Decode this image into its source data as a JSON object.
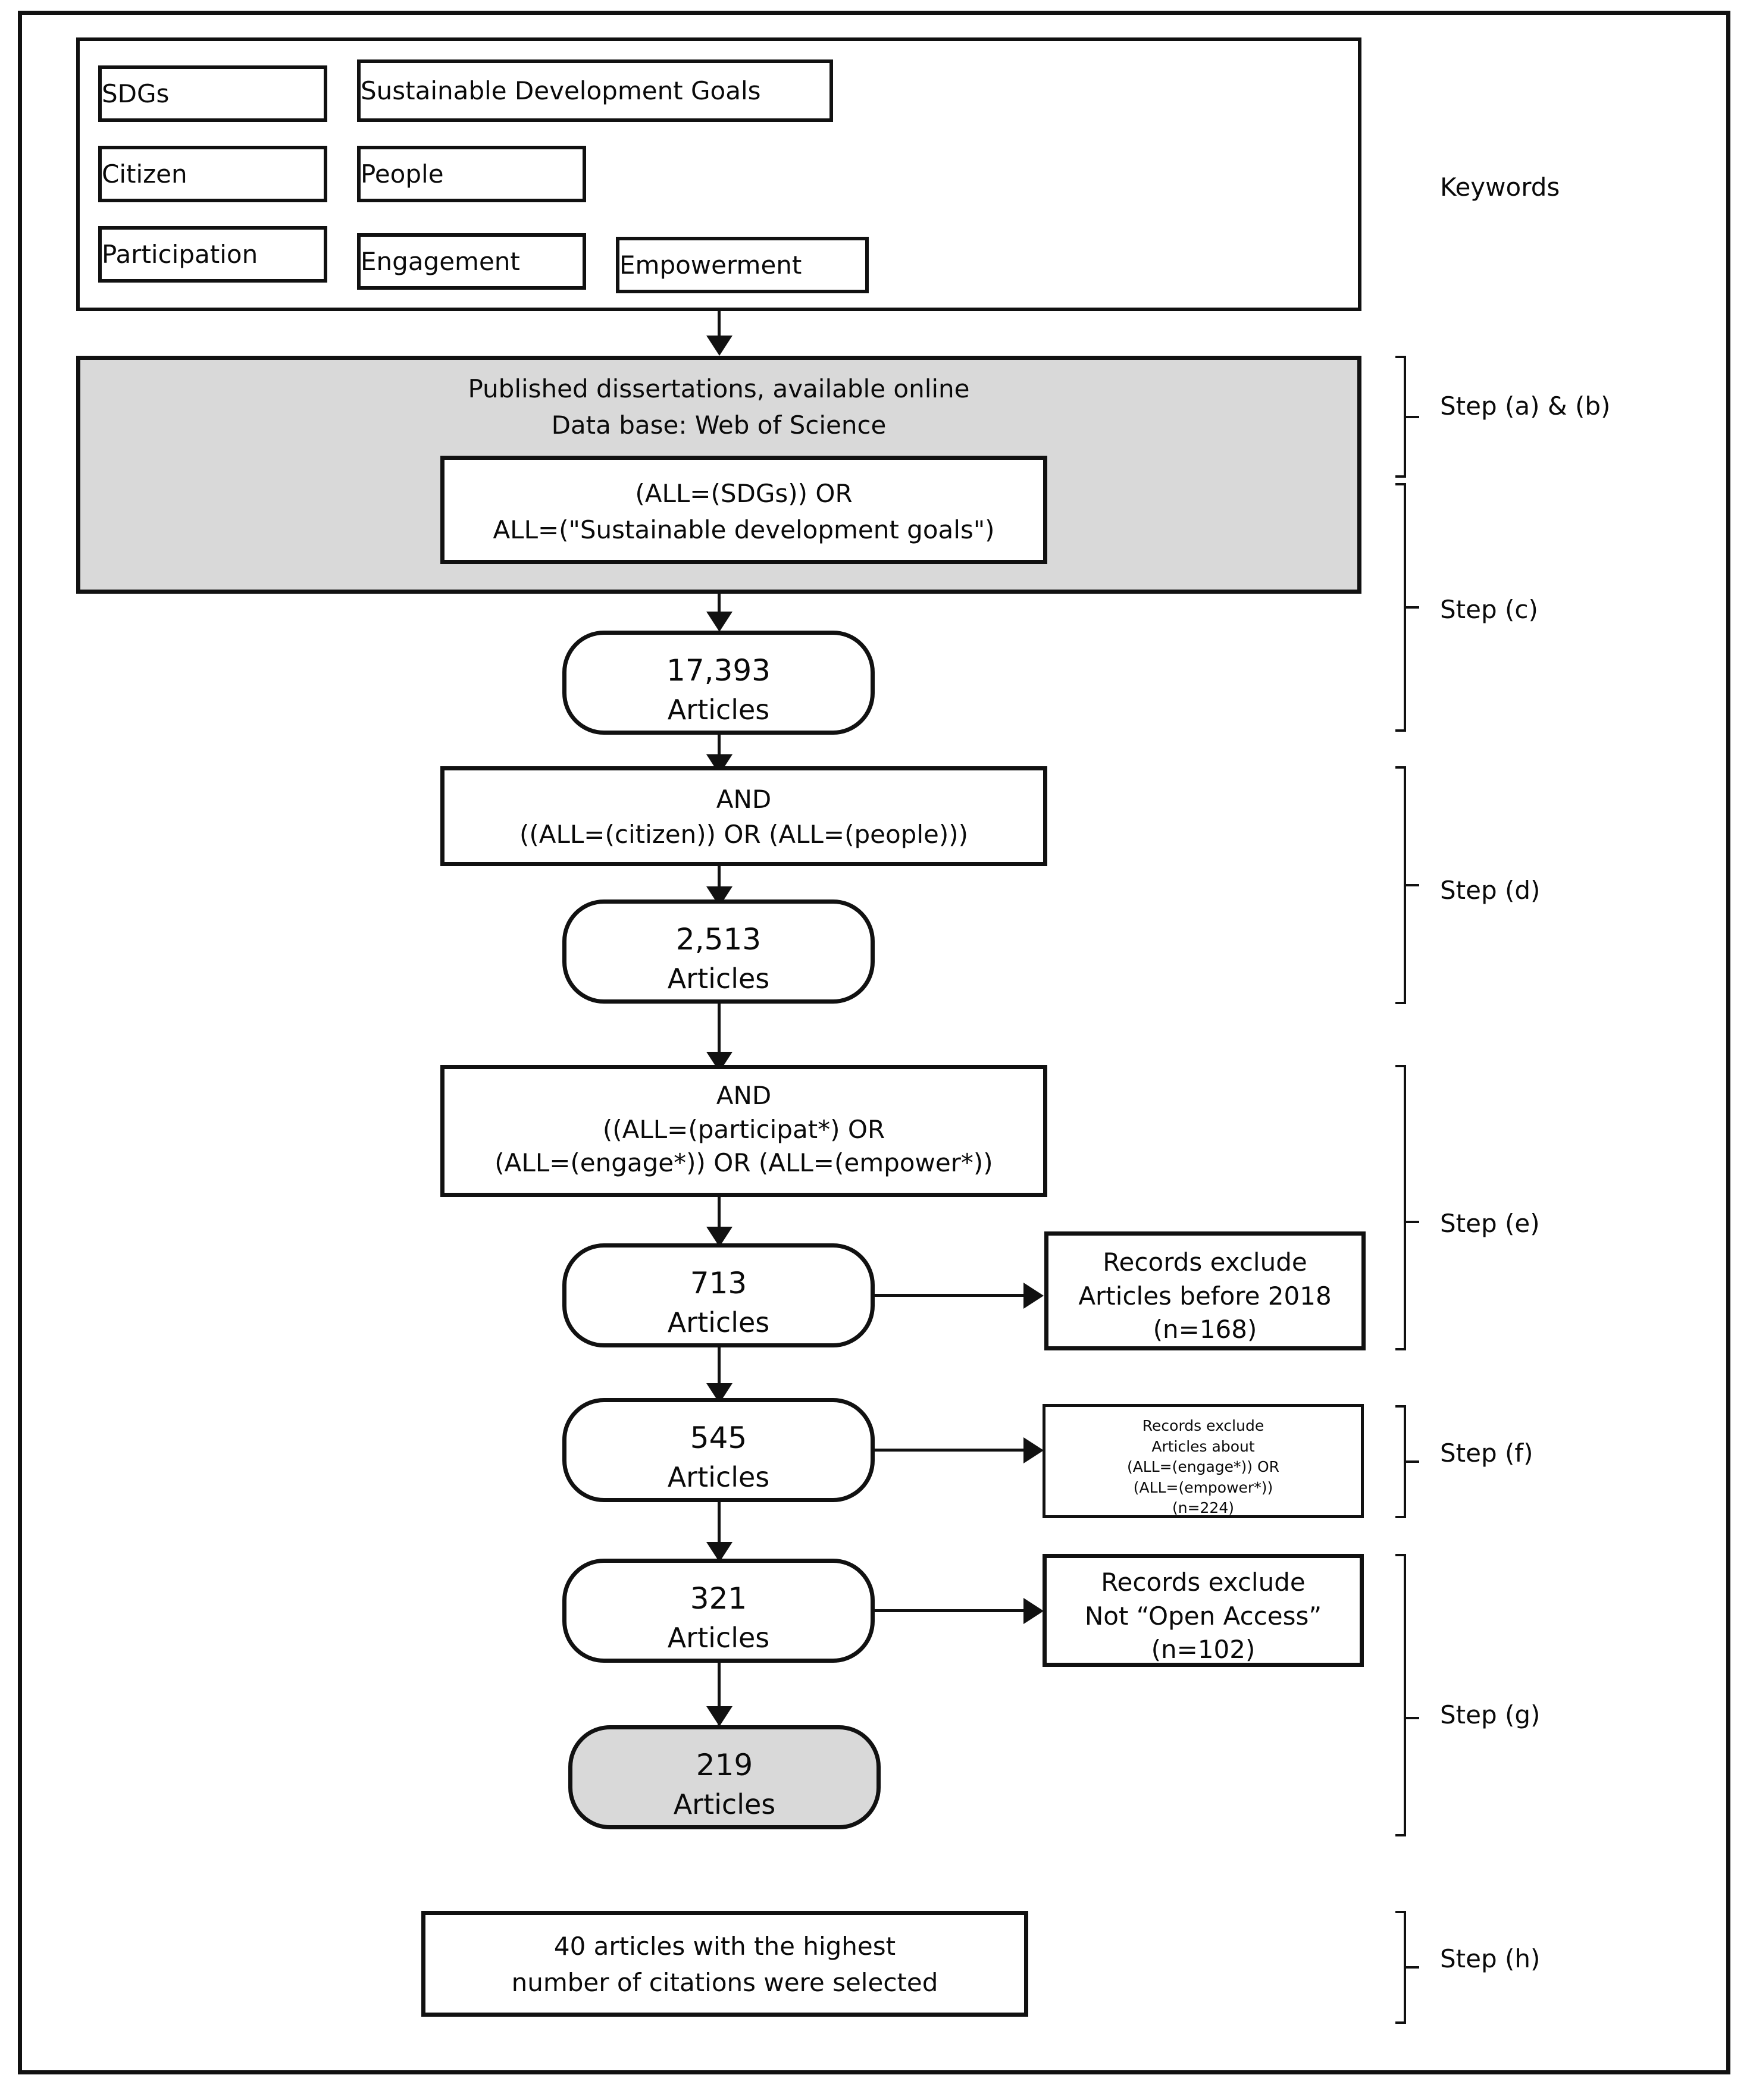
{
  "diagram": {
    "title_semantic": "prisma-style-literature-search-flowchart",
    "colors": {
      "line": "#111111",
      "fill_gray": "#d9d9d9",
      "fill_white": "#ffffff",
      "text": "#0a0a0a"
    }
  },
  "keywords": {
    "group_label": "Keywords",
    "rows": [
      {
        "items": [
          "SDGs",
          "Sustainable Development Goals"
        ]
      },
      {
        "items": [
          "Citizen",
          "People"
        ]
      },
      {
        "items": [
          "Participation",
          "Engagement",
          "Empowerment"
        ]
      }
    ]
  },
  "database": {
    "line1": "Published dissertations, available online",
    "line2": "Data base: Web of Science",
    "query_line1": "(ALL=(SDGs)) OR",
    "query_line2": "ALL=(\"Sustainable development goals\")"
  },
  "results": {
    "r1": {
      "count": "17,393",
      "unit": "Articles"
    },
    "r2": {
      "count": "2,513",
      "unit": "Articles"
    },
    "r3": {
      "count": "713",
      "unit": "Articles"
    },
    "r4": {
      "count": "545",
      "unit": "Articles"
    },
    "r5": {
      "count": "321",
      "unit": "Articles"
    },
    "r6": {
      "count": "219",
      "unit": "Articles"
    }
  },
  "queries": {
    "q_citizen": {
      "line1": "AND",
      "line2": "((ALL=(citizen)) OR (ALL=(people)))"
    },
    "q_participation": {
      "line1": "AND",
      "line2": "((ALL=(participat*) OR",
      "line3": "(ALL=(engage*)) OR (ALL=(empower*))"
    }
  },
  "exclusions": {
    "e1": {
      "line1": "Records exclude",
      "line2": "Articles before 2018",
      "line3": "(n=168)"
    },
    "e2": {
      "line1": "Records exclude",
      "line2": "Articles about",
      "line3": "(ALL=(engage*)) OR",
      "line4": "(ALL=(empower*))",
      "line5": "(n=224)"
    },
    "e3": {
      "line1": "Records exclude",
      "line2": "Not “Open Access”",
      "line3": "(n=102)"
    }
  },
  "final": {
    "line1": "40 articles with the highest",
    "line2": "number of citations were selected"
  },
  "steps": [
    {
      "id": "ab",
      "label": "Step (a) & (b)"
    },
    {
      "id": "c",
      "label": "Step (c)"
    },
    {
      "id": "d",
      "label": "Step (d)"
    },
    {
      "id": "e",
      "label": "Step (e)"
    },
    {
      "id": "f",
      "label": "Step (f)"
    },
    {
      "id": "g",
      "label": "Step (g)"
    },
    {
      "id": "h",
      "label": "Step (h)"
    }
  ]
}
